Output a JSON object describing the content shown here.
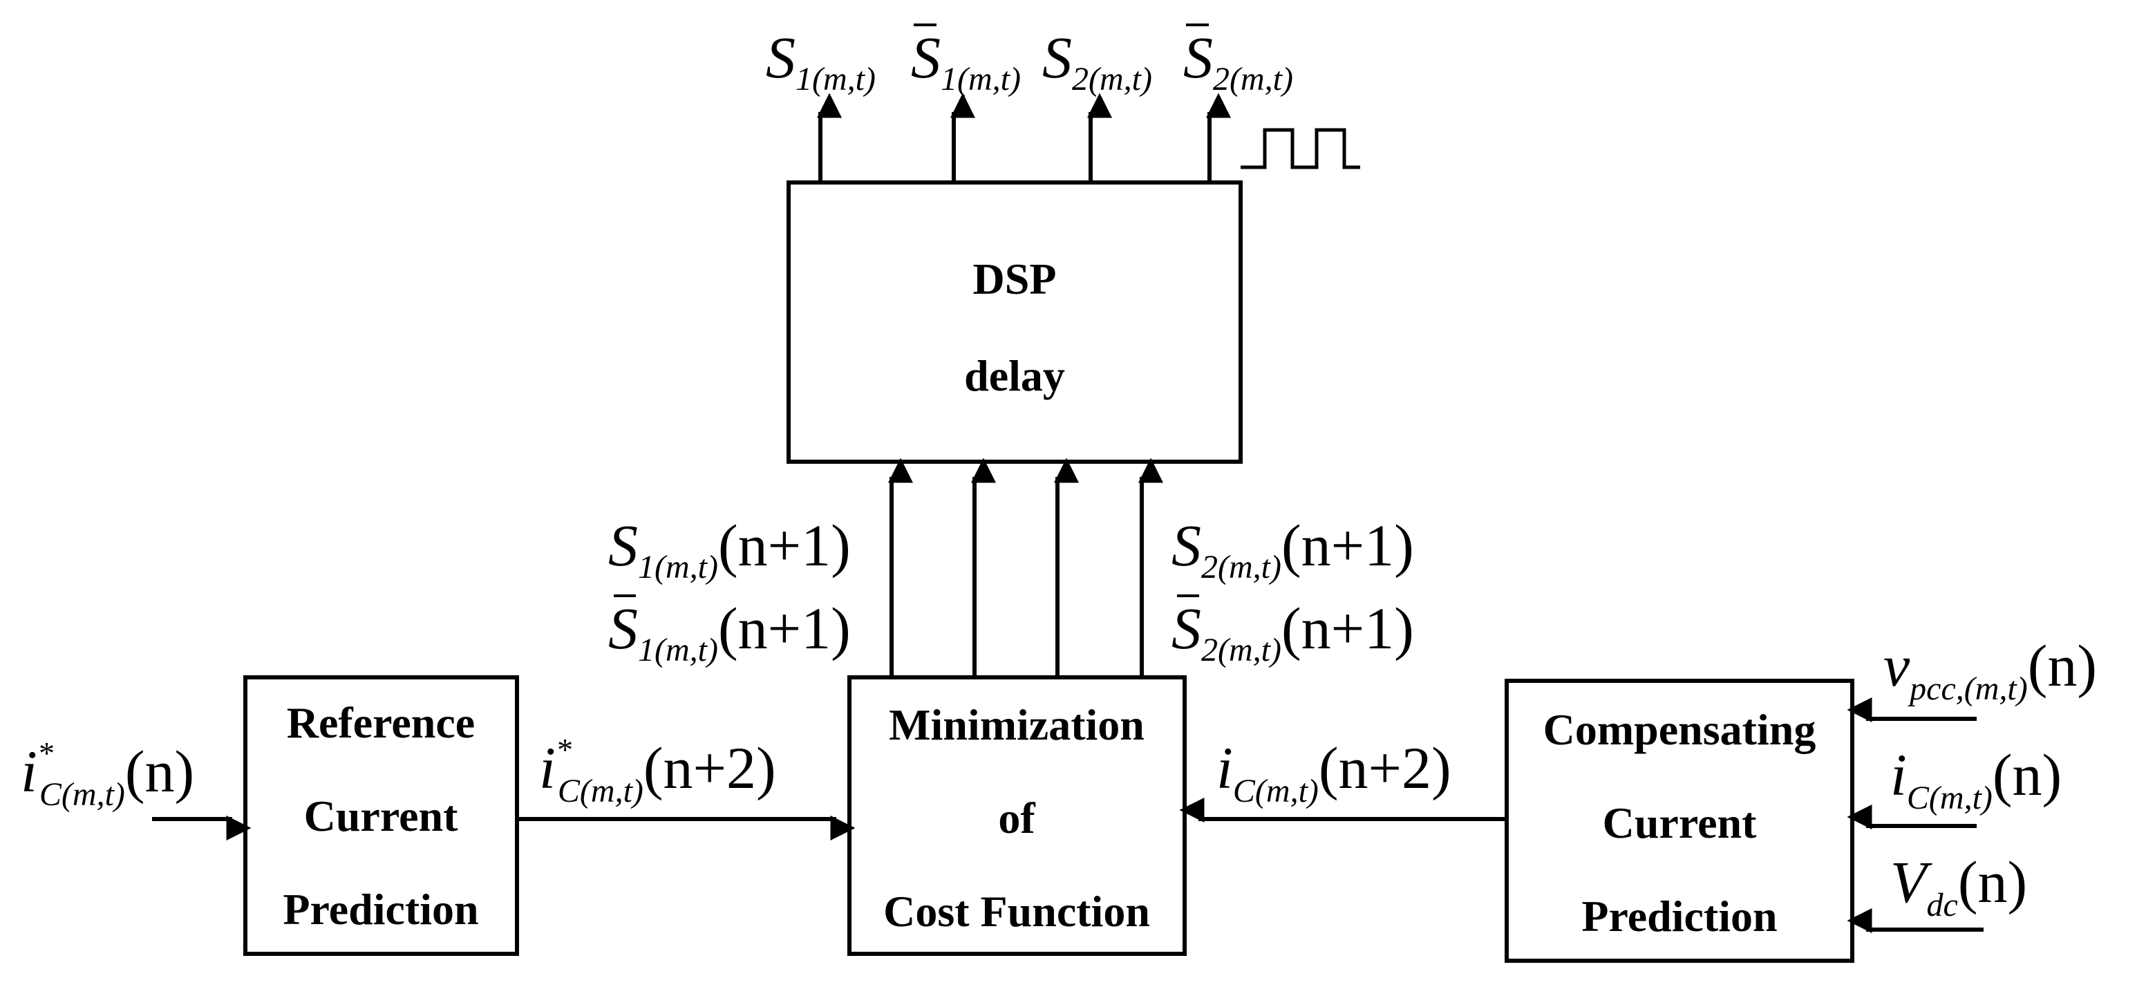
{
  "blocks": {
    "dsp": [
      "DSP",
      "delay"
    ],
    "reference": [
      "Reference",
      "Current",
      "Prediction"
    ],
    "minimization": [
      "Minimization",
      "of",
      "Cost Function"
    ],
    "compensating": [
      "Compensating",
      "Current",
      "Prediction"
    ]
  },
  "symbols": {
    "S": "S",
    "i": "i",
    "v": "v",
    "V": "V",
    "star": "*",
    "sub_1mt": "1(m,t)",
    "sub_2mt": "2(m,t)",
    "sub_Cmt": "C(m,t)",
    "sub_pcc": "pcc,(m,t)",
    "sub_dc": "dc",
    "arg_n": "(n)",
    "arg_n1": "(n+1)",
    "arg_n2": "(n+2)"
  },
  "waveform_icon": "square-wave-icon"
}
